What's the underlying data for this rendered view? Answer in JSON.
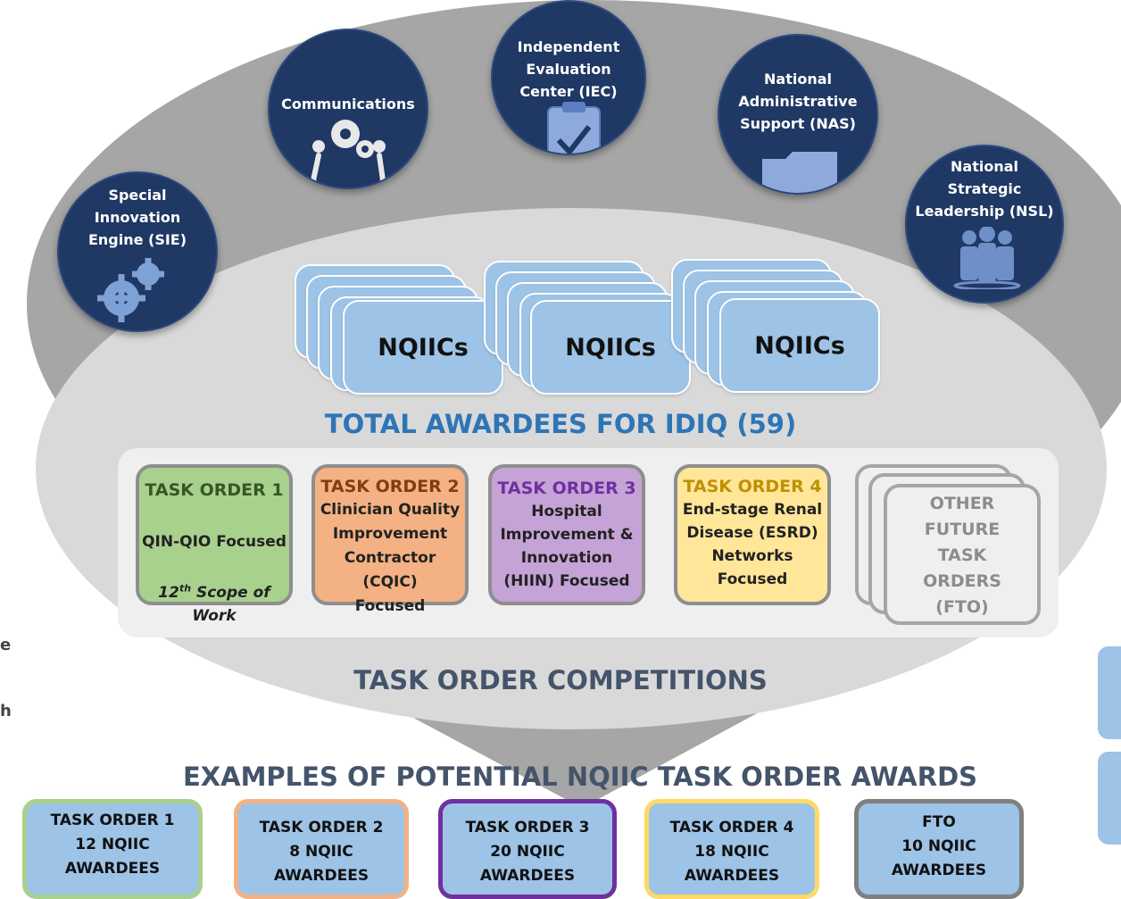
{
  "circles": [
    {
      "id": "sie",
      "label": "Special\nInnovation\nEngine (SIE)"
    },
    {
      "id": "comm",
      "label": "Communications"
    },
    {
      "id": "iec",
      "label": "Independent\nEvaluation\nCenter (IEC)"
    },
    {
      "id": "nas",
      "label": "National\nAdministrative\nSupport (NAS)"
    },
    {
      "id": "nsl",
      "label": "National\nStrategic\nLeadership (NSL)"
    }
  ],
  "nqiic_label": "NQIICs",
  "total_title": "TOTAL AWARDEES FOR IDIQ (59)",
  "task_orders": [
    {
      "title": "TASK ORDER 1",
      "title_color": "#375623",
      "bg": "#a9d18e",
      "desc": "QIN-QIO Focused",
      "desc_italic": "12th Scope of\nWork"
    },
    {
      "title": "TASK ORDER 2",
      "title_color": "#843c0c",
      "bg": "#f4b183",
      "desc": "Clinician Quality\nImprovement\nContractor (CQIC)\nFocused",
      "desc_italic": ""
    },
    {
      "title": "TASK ORDER 3",
      "title_color": "#7030a0",
      "bg": "#c5a3d6",
      "desc": "Hospital\nImprovement &\nInnovation\n(HIIN) Focused",
      "desc_italic": ""
    },
    {
      "title": "TASK ORDER 4",
      "title_color": "#bf9000",
      "bg": "#ffe699",
      "desc": "End-stage Renal\nDisease (ESRD)\nNetworks\nFocused",
      "desc_italic": ""
    }
  ],
  "fto": {
    "label": "OTHER\nFUTURE\nTASK\nORDERS\n(FTO)"
  },
  "competitions": "TASK ORDER COMPETITIONS",
  "examples_title": "EXAMPLES OF POTENTIAL NQIIC TASK ORDER AWARDS",
  "awards": [
    {
      "text": "TASK ORDER 1\n12 NQIIC\nAWARDEES",
      "border": "#a9d18e"
    },
    {
      "text": "TASK ORDER 2\n8 NQIIC\nAWARDEES",
      "border": "#f4b183"
    },
    {
      "text": "TASK ORDER 3\n20 NQIIC\nAWARDEES",
      "border": "#7030a0"
    },
    {
      "text": "TASK ORDER 4\n18 NQIIC\nAWARDEES",
      "border": "#ffd966"
    },
    {
      "text": "FTO\n10 NQIIC\nAWARDEES",
      "border": "#7f7f7f"
    }
  ],
  "side_text": [
    "e",
    "h"
  ],
  "colors": {
    "outer_ellipse": "#a6a6a6",
    "inner_ellipse": "#d9d9d9",
    "circle": "#1f3864",
    "icon": "#8ea9db",
    "nqiic": "#9dc3e6",
    "title_blue": "#2e75b6",
    "title_gray": "#44546a"
  }
}
